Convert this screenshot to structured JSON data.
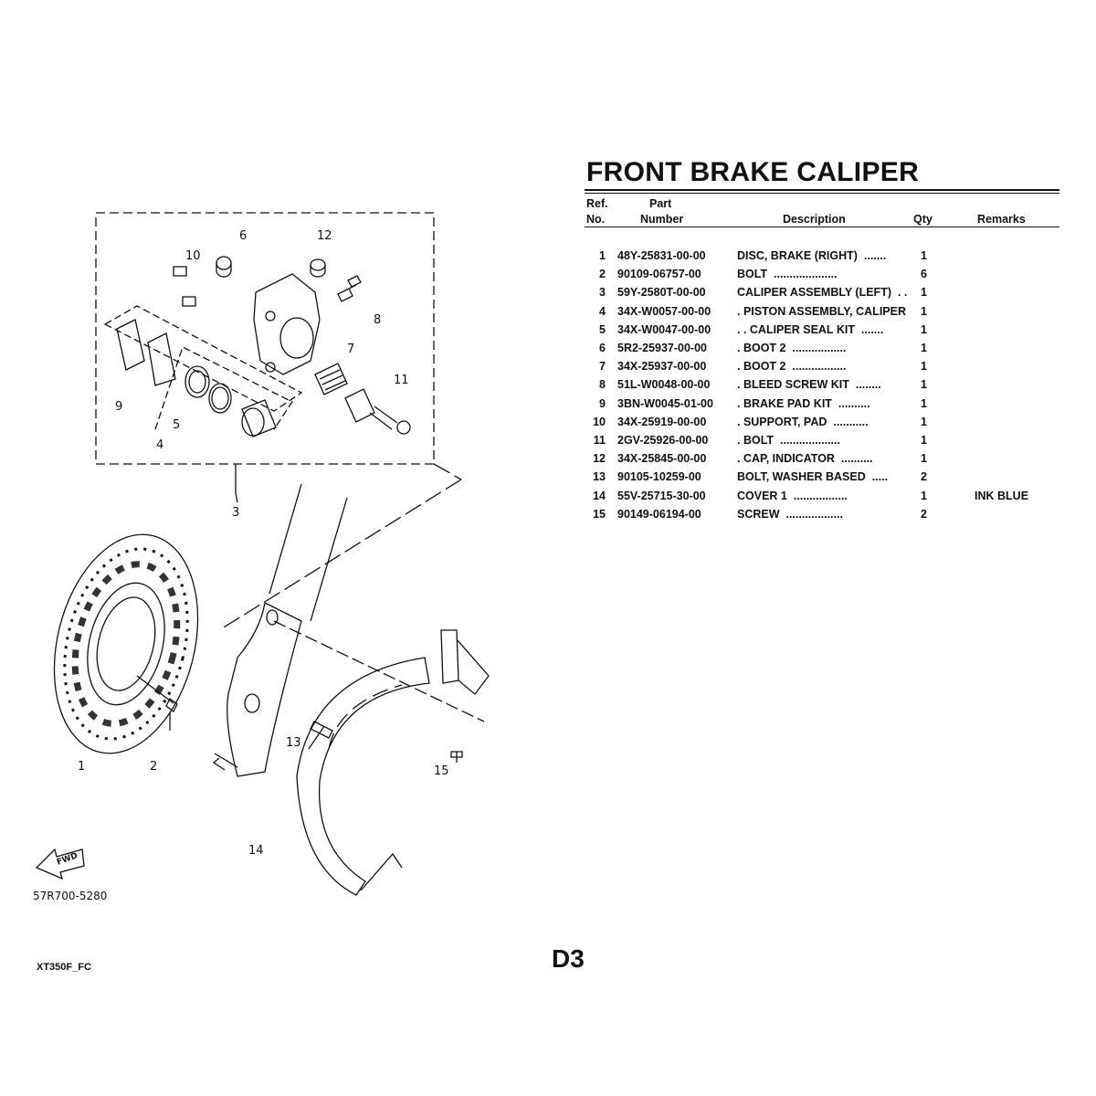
{
  "title": "FRONT BRAKE CALIPER",
  "headers": {
    "ref_line1": "Ref.",
    "ref_line2": "No.",
    "part_line1": "Part",
    "part_line2": "Number",
    "description": "Description",
    "qty": "Qty",
    "remarks": "Remarks"
  },
  "parts": [
    {
      "ref": "1",
      "part": "48Y-25831-00-00",
      "desc": "DISC, BRAKE (RIGHT)  .......",
      "qty": "1",
      "remarks": ""
    },
    {
      "ref": "2",
      "part": "90109-06757-00",
      "desc": "BOLT  ....................",
      "qty": "6",
      "remarks": ""
    },
    {
      "ref": "3",
      "part": "59Y-2580T-00-00",
      "desc": "CALIPER ASSEMBLY (LEFT)  . .",
      "qty": "1",
      "remarks": ""
    },
    {
      "ref": "4",
      "part": "34X-W0057-00-00",
      "desc": ". PISTON ASSEMBLY, CALIPER",
      "qty": "1",
      "remarks": ""
    },
    {
      "ref": "5",
      "part": "34X-W0047-00-00",
      "desc": ". . CALIPER SEAL KIT  .......",
      "qty": "1",
      "remarks": ""
    },
    {
      "ref": "6",
      "part": "5R2-25937-00-00",
      "desc": ". BOOT 2  .................",
      "qty": "1",
      "remarks": ""
    },
    {
      "ref": "7",
      "part": "34X-25937-00-00",
      "desc": ". BOOT 2  .................",
      "qty": "1",
      "remarks": ""
    },
    {
      "ref": "8",
      "part": "51L-W0048-00-00",
      "desc": ". BLEED SCREW KIT  ........",
      "qty": "1",
      "remarks": ""
    },
    {
      "ref": "9",
      "part": "3BN-W0045-01-00",
      "desc": ". BRAKE PAD KIT  ..........",
      "qty": "1",
      "remarks": ""
    },
    {
      "ref": "10",
      "part": "34X-25919-00-00",
      "desc": ". SUPPORT, PAD  ...........",
      "qty": "1",
      "remarks": ""
    },
    {
      "ref": "11",
      "part": "2GV-25926-00-00",
      "desc": ". BOLT  ...................",
      "qty": "1",
      "remarks": ""
    },
    {
      "ref": "12",
      "part": "34X-25845-00-00",
      "desc": ". CAP, INDICATOR  ..........",
      "qty": "1",
      "remarks": ""
    },
    {
      "ref": "13",
      "part": "90105-10259-00",
      "desc": "BOLT, WASHER BASED  .....",
      "qty": "2",
      "remarks": ""
    },
    {
      "ref": "14",
      "part": "55V-25715-30-00",
      "desc": "COVER 1  .................",
      "qty": "1",
      "remarks": "INK BLUE"
    },
    {
      "ref": "15",
      "part": "90149-06194-00",
      "desc": "SCREW  ..................",
      "qty": "2",
      "remarks": ""
    }
  ],
  "callouts": [
    "1",
    "2",
    "3",
    "4",
    "5",
    "6",
    "7",
    "8",
    "9",
    "10",
    "11",
    "12",
    "13",
    "14",
    "15"
  ],
  "fwd_label": "FWD",
  "diagram_code": "57R700-5280",
  "footer_code": "XT350F_FC",
  "page_number": "D3"
}
